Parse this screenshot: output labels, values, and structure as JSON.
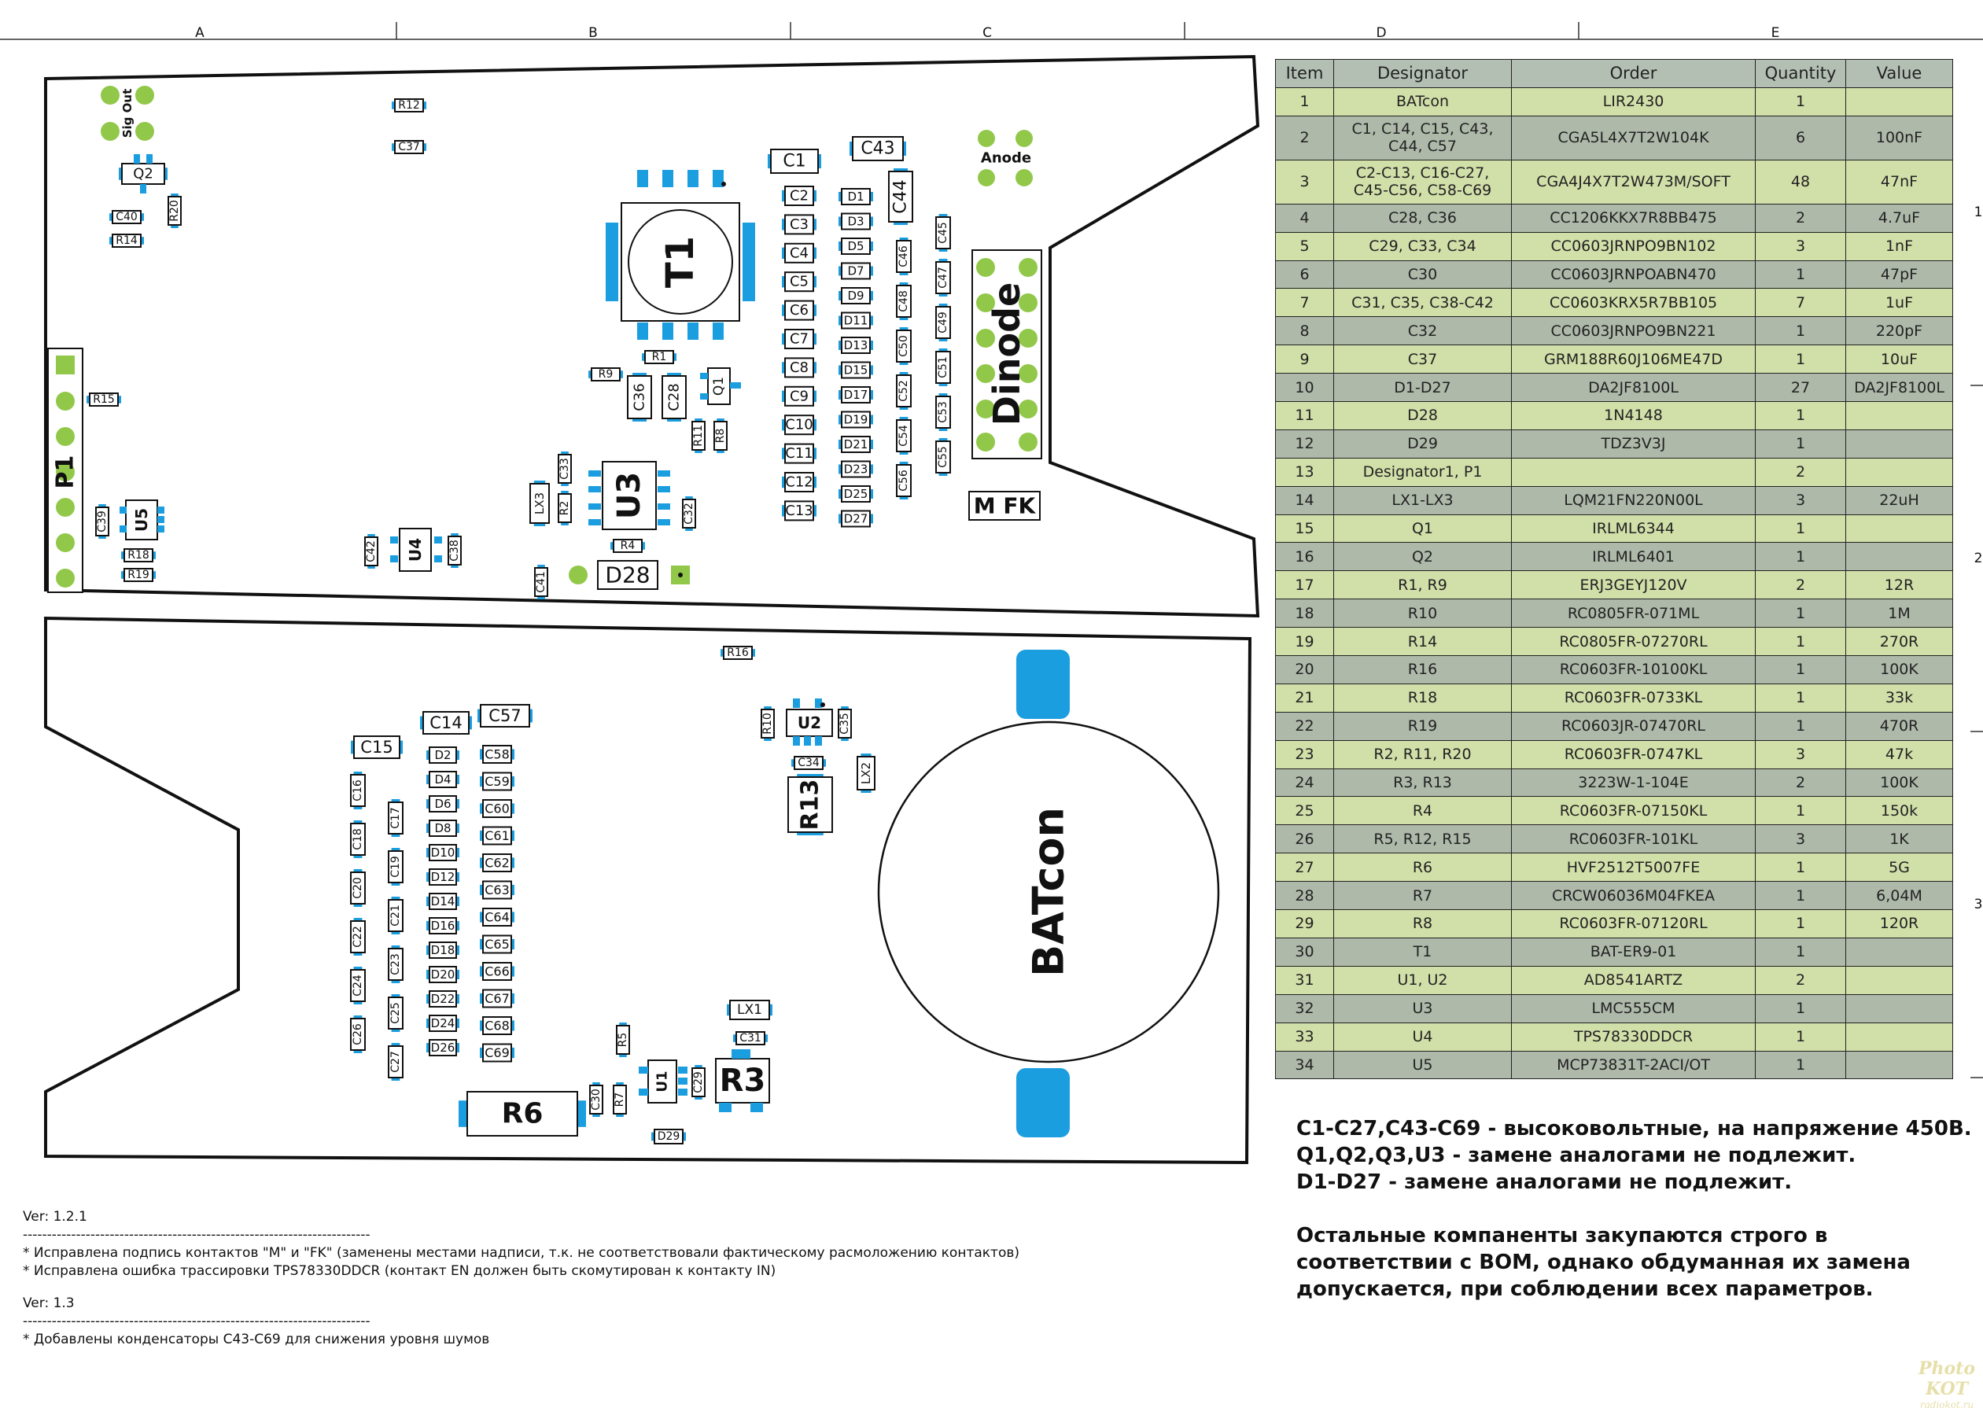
{
  "grid": {
    "columns": [
      "A",
      "B",
      "C",
      "D",
      "E"
    ],
    "rows": [
      "1",
      "2",
      "3"
    ]
  },
  "pcb_top": {
    "components": [
      "R12",
      "C37",
      "Q2",
      "C40",
      "R20",
      "R14",
      "P1",
      "R15",
      "C39",
      "U5",
      "R18",
      "R19",
      "C42",
      "U4",
      "C38",
      "C41",
      "D28",
      "U3",
      "LX3",
      "R2",
      "C33",
      "R4",
      "C32",
      "R9",
      "C36",
      "C28",
      "Q1",
      "R11",
      "R8",
      "R1",
      "T1",
      "C1",
      "C43",
      "C44",
      "Anode",
      "Dinode",
      "M",
      "FK",
      "Sig Out",
      "C2",
      "C3",
      "C4",
      "C5",
      "C6",
      "C7",
      "C8",
      "C9",
      "C10",
      "C11",
      "C12",
      "C13",
      "D1",
      "D3",
      "D5",
      "D7",
      "D9",
      "D11",
      "D13",
      "D15",
      "D17",
      "D19",
      "D21",
      "D23",
      "D25",
      "D27",
      "C46",
      "C48",
      "C50",
      "C52",
      "C54",
      "C56",
      "C45",
      "C47",
      "C49",
      "C51",
      "C53",
      "C55"
    ]
  },
  "pcb_bottom": {
    "components": [
      "R16",
      "C15",
      "C14",
      "C57",
      "U2",
      "R10",
      "C35",
      "C34",
      "R13",
      "LX2",
      "BATcon",
      "LX1",
      "C31",
      "R5",
      "U1",
      "C29",
      "R3",
      "R6",
      "C30",
      "R7",
      "D29",
      "D2",
      "D4",
      "D6",
      "D8",
      "D10",
      "D12",
      "D14",
      "D16",
      "D18",
      "D20",
      "D22",
      "D24",
      "D26",
      "C58",
      "C59",
      "C60",
      "C61",
      "C62",
      "C63",
      "C64",
      "C65",
      "C66",
      "C67",
      "C68",
      "C69",
      "C16",
      "C17",
      "C18",
      "C19",
      "C20",
      "C21",
      "C22",
      "C23",
      "C24",
      "C25",
      "C26",
      "C27"
    ]
  },
  "bom": {
    "columns": [
      "Item",
      "Designator",
      "Order",
      "Quantity",
      "Value"
    ],
    "rows": [
      [
        "1",
        "BATcon",
        "LIR2430",
        "1",
        ""
      ],
      [
        "2",
        "C1, C14, C15, C43,\nC44, C57",
        "CGA5L4X7T2W104K",
        "6",
        "100nF"
      ],
      [
        "3",
        "C2-C13, C16-C27,\nC45-C56, C58-C69",
        "CGA4J4X7T2W473M/SOFT",
        "48",
        "47nF"
      ],
      [
        "4",
        "C28, C36",
        "CC1206KKX7R8BB475",
        "2",
        "4.7uF"
      ],
      [
        "5",
        "C29, C33, C34",
        "CC0603JRNPO9BN102",
        "3",
        "1nF"
      ],
      [
        "6",
        "C30",
        "CC0603JRNPOABN470",
        "1",
        "47pF"
      ],
      [
        "7",
        "C31, C35, C38-C42",
        "CC0603KRX5R7BB105",
        "7",
        "1uF"
      ],
      [
        "8",
        "C32",
        "CC0603JRNPO9BN221",
        "1",
        "220pF"
      ],
      [
        "9",
        "C37",
        "GRM188R60J106ME47D",
        "1",
        "10uF"
      ],
      [
        "10",
        "D1-D27",
        "DA2JF8100L",
        "27",
        "DA2JF8100L"
      ],
      [
        "11",
        "D28",
        "1N4148",
        "1",
        ""
      ],
      [
        "12",
        "D29",
        "TDZ3V3J",
        "1",
        ""
      ],
      [
        "13",
        "Designator1, P1",
        "",
        "2",
        ""
      ],
      [
        "14",
        "LX1-LX3",
        "LQM21FN220N00L",
        "3",
        "22uH"
      ],
      [
        "15",
        "Q1",
        "IRLML6344",
        "1",
        ""
      ],
      [
        "16",
        "Q2",
        "IRLML6401",
        "1",
        ""
      ],
      [
        "17",
        "R1, R9",
        "ERJ3GEYJ120V",
        "2",
        "12R"
      ],
      [
        "18",
        "R10",
        "RC0805FR-071ML",
        "1",
        "1M"
      ],
      [
        "19",
        "R14",
        "RC0805FR-07270RL",
        "1",
        "270R"
      ],
      [
        "20",
        "R16",
        "RC0603FR-10100KL",
        "1",
        "100K"
      ],
      [
        "21",
        "R18",
        "RC0603FR-0733KL",
        "1",
        "33k"
      ],
      [
        "22",
        "R19",
        "RC0603JR-07470RL",
        "1",
        "470R"
      ],
      [
        "23",
        "R2, R11, R20",
        "RC0603FR-0747KL",
        "3",
        "47k"
      ],
      [
        "24",
        "R3, R13",
        "3223W-1-104E",
        "2",
        "100K"
      ],
      [
        "25",
        "R4",
        "RC0603FR-07150KL",
        "1",
        "150k"
      ],
      [
        "26",
        "R5, R12, R15",
        "RC0603FR-101KL",
        "3",
        "1K"
      ],
      [
        "27",
        "R6",
        "HVF2512T5007FE",
        "1",
        "5G"
      ],
      [
        "28",
        "R7",
        "CRCW06036M04FKEA",
        "1",
        "6,04M"
      ],
      [
        "29",
        "R8",
        "RC0603FR-07120RL",
        "1",
        "120R"
      ],
      [
        "30",
        "T1",
        "BAT-ER9-01",
        "1",
        ""
      ],
      [
        "31",
        "U1, U2",
        "AD8541ARTZ",
        "2",
        ""
      ],
      [
        "32",
        "U3",
        "LMC555CM",
        "1",
        ""
      ],
      [
        "33",
        "U4",
        "TPS78330DDCR",
        "1",
        ""
      ],
      [
        "34",
        "U5",
        "MCP73831T-2ACI/OT",
        "1",
        ""
      ]
    ]
  },
  "notes": [
    "C1-C27,C43-C69 - высоковольтные, на напряжение 450В.",
    "Q1,Q2,Q3,U3 - замене аналогами не подлежит.",
    "D1-D27 - замене аналогами не подлежит.",
    "",
    "Остальные компаненты закупаются строго в",
    "соответствии с BOM, однако обдуманная их замена",
    "допускается, при соблюдении всех параметров."
  ],
  "versions": [
    {
      "title": "Ver: 1.2.1",
      "lines": [
        "* Исправлена подпись контактов \"M\" и \"FK\" (заменены местами надписи, т.к. не соответствовали фактическому расмоложению контактов)",
        "* Исправлена ошибка трассировки TPS78330DDCR (контакт EN должен быть скомутирован к контакту IN)"
      ]
    },
    {
      "title": "Ver: 1.3",
      "lines": [
        "* Добавлены конденсаторы C43-C69 для снижения уровня шумов"
      ]
    }
  ],
  "separator": "------------------------------------------------------------------------",
  "watermark": {
    "main": "Photo KOT",
    "sub": "radiokot.ru"
  },
  "colors": {
    "pad": "#1a9ee0",
    "hole": "#92c84a",
    "outline": "#111111",
    "table_odd": "#d1dfa9",
    "table_even": "#aeb9aa",
    "header": "#b4bfb4"
  }
}
